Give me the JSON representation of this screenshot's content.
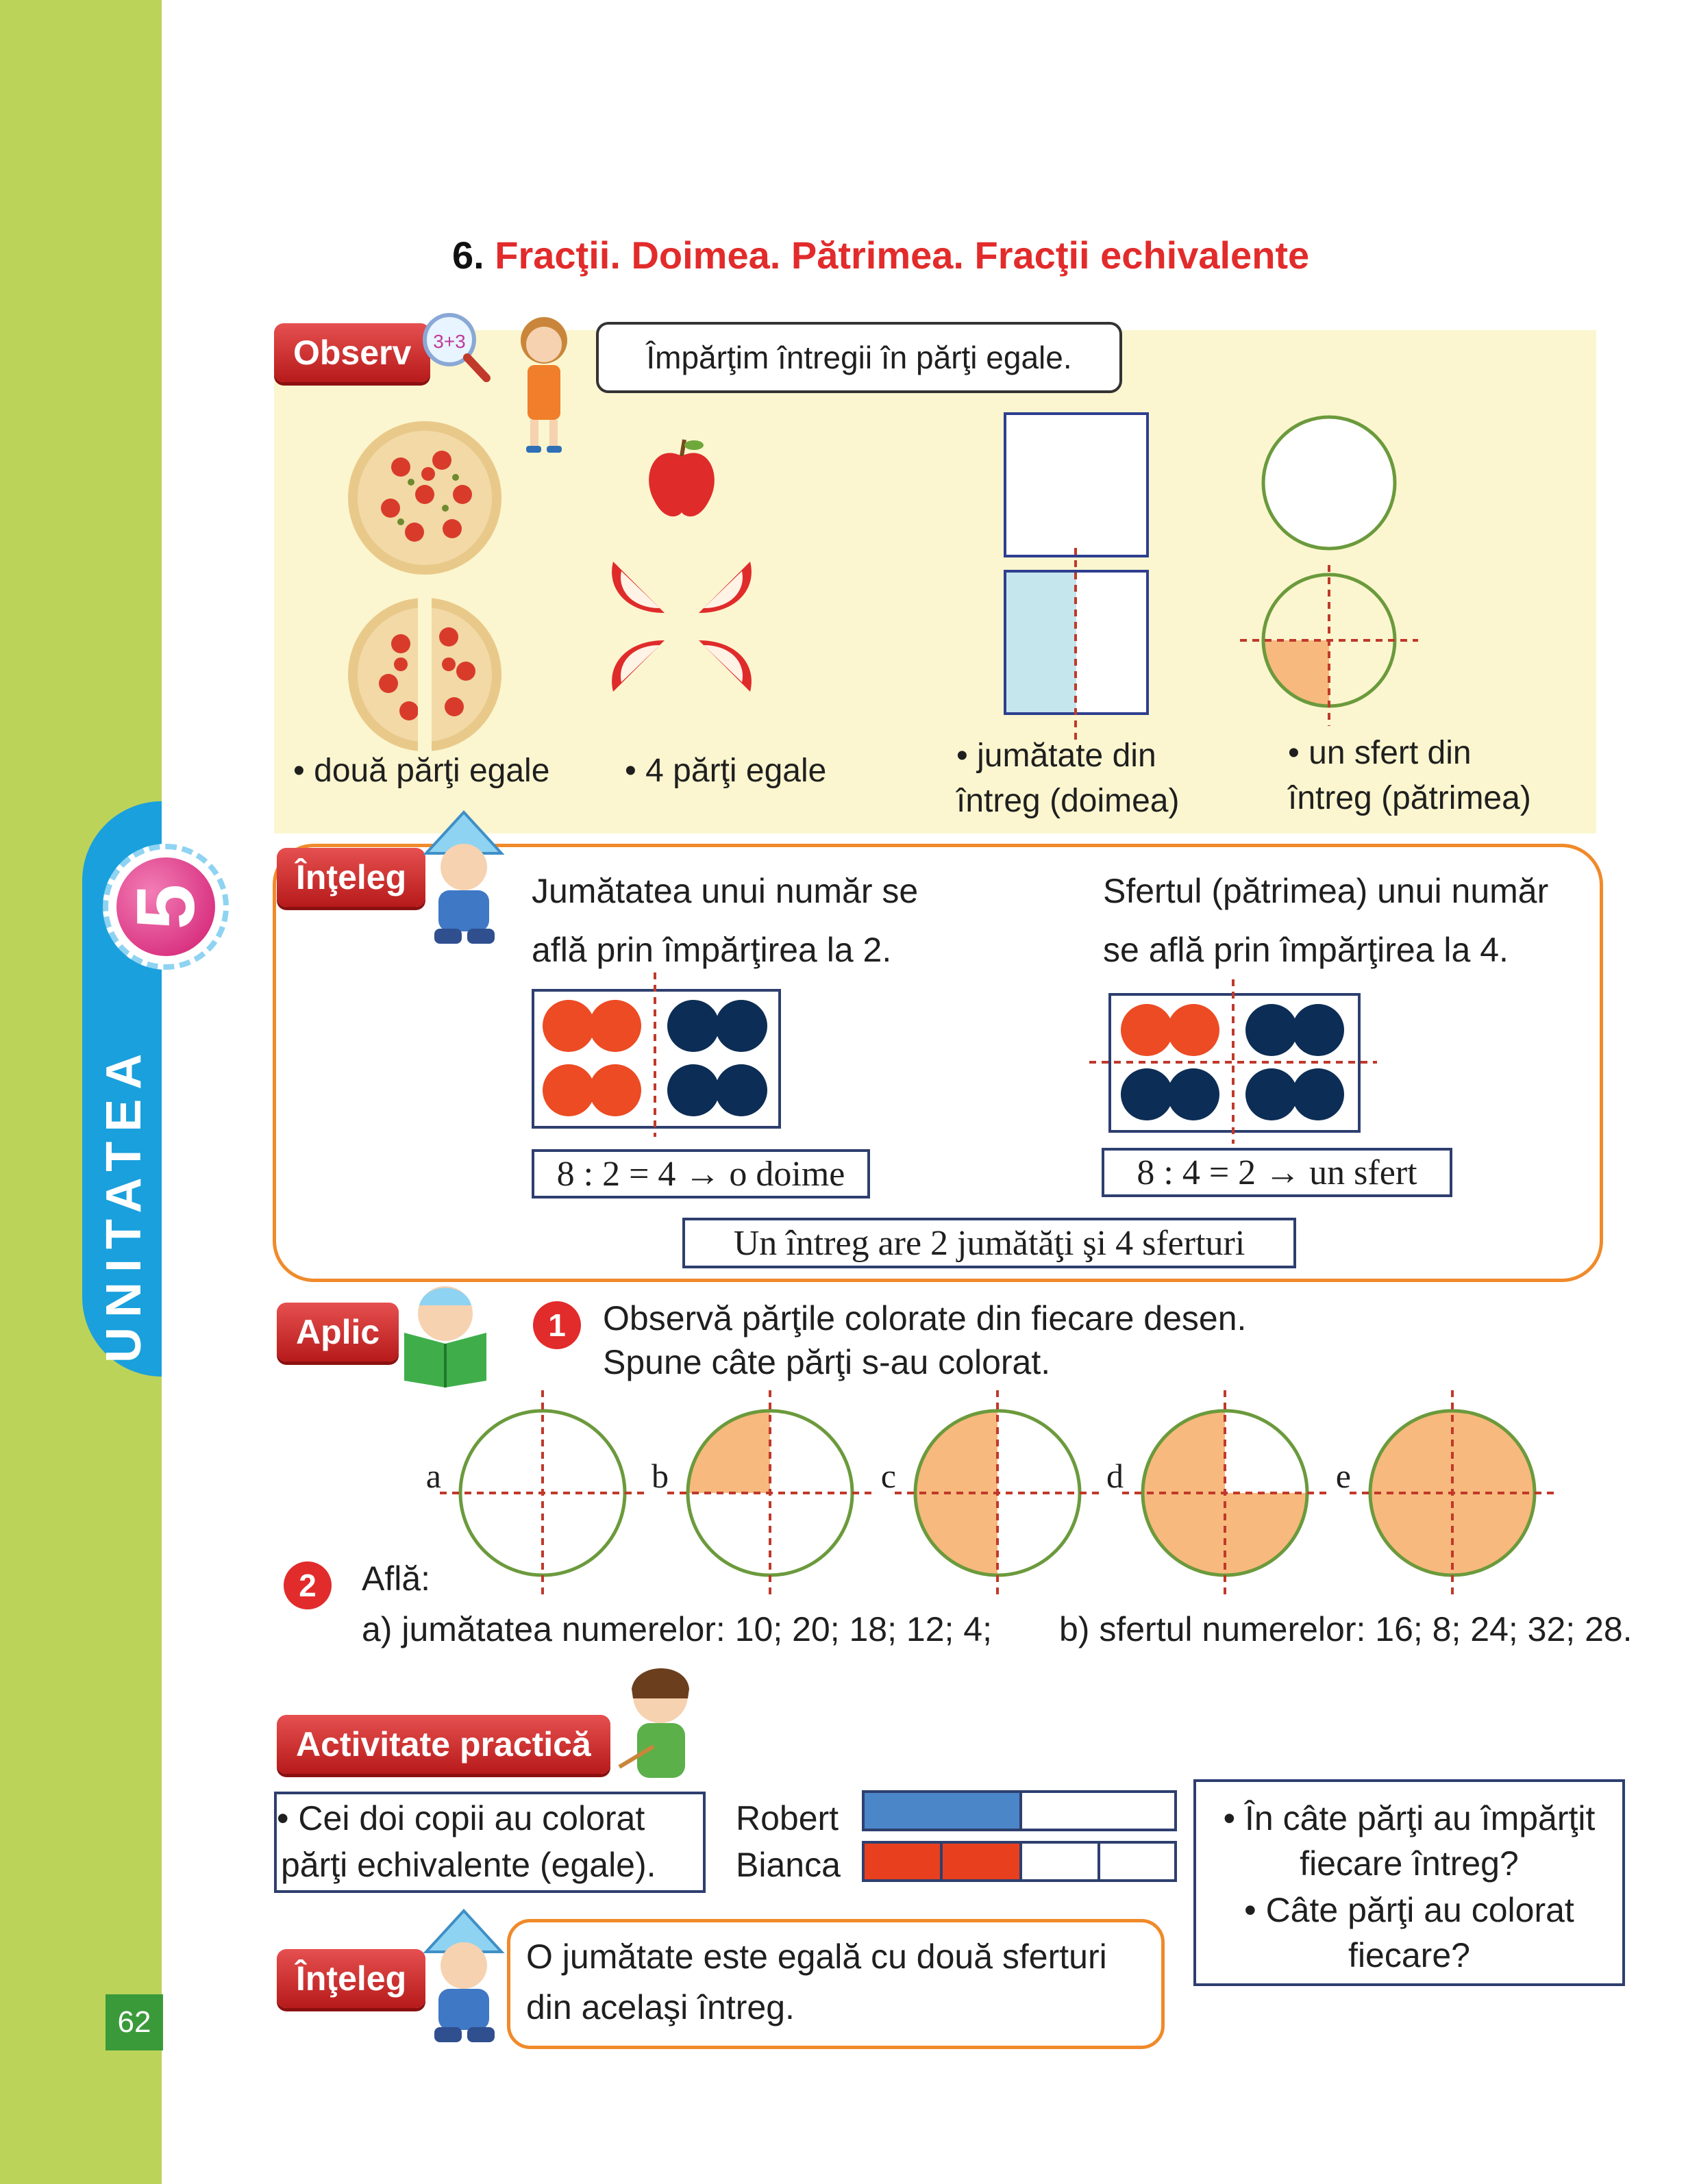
{
  "sidebar": {
    "unit_label": "UNITATEA",
    "unit_number": "5",
    "page_number": "62"
  },
  "title": {
    "number": "6.",
    "text": "Fracţii. Doimea. Pătrimea. Fracţii echivalente"
  },
  "observ": {
    "label": "Observ",
    "badge": "3+3",
    "speech": "Împărţim întregii în părţi egale.",
    "captions": [
      {
        "line1": "• două părţi egale",
        "line2": ""
      },
      {
        "line1": "• 4 părţi egale",
        "line2": ""
      },
      {
        "line1": "• jumătate din",
        "line2": "întreg (doimea)"
      },
      {
        "line1": "• un sfert din",
        "line2": "întreg (pătrimea)"
      }
    ]
  },
  "inteleg1": {
    "label": "Înţeleg",
    "left_line1": "Jumătatea unui număr se",
    "left_line2": "află prin împărţirea la 2.",
    "right_line1": "Sfertul (pătrimea) unui număr",
    "right_line2": "se află prin împărţirea la 4.",
    "eq_left": "8 : 2 = 4 → o doime",
    "eq_right": "8 : 4 = 2 → un sfert",
    "summary": "Un întreg are 2 jumătăţi şi 4 sferturi"
  },
  "aplic": {
    "label": "Aplic",
    "ex1_number": "1",
    "ex1_line1": "Observă părţile colorate din fiecare desen.",
    "ex1_line2": "Spune câte părţi s-au colorat.",
    "circles": [
      {
        "letter": "a",
        "quarters_filled": 0
      },
      {
        "letter": "b",
        "quarters_filled": 1
      },
      {
        "letter": "c",
        "quarters_filled": 2
      },
      {
        "letter": "d",
        "quarters_filled": 3
      },
      {
        "letter": "e",
        "quarters_filled": 4
      }
    ],
    "ex2_number": "2",
    "ex2_title": "Află:",
    "ex2_a": "a) jumătatea numerelor: 10; 20; 18; 12; 4;",
    "ex2_b": "b) sfertul numerelor: 16; 8; 24; 32; 28."
  },
  "activitate": {
    "label": "Activitate practică",
    "statement_line1": "• Cei doi copii au colorat",
    "statement_line2": "părţi echivalente (egale).",
    "robert": "Robert",
    "bianca": "Bianca",
    "questions_line1": "• În câte părţi au împărţit",
    "questions_line2": "fiecare întreg?",
    "questions_line3": "• Câte părţi au colorat",
    "questions_line4": "fiecare?"
  },
  "inteleg2": {
    "label": "Înţeleg",
    "line1": "O jumătate este egală cu două sferturi",
    "line2": "din acelaşi întreg."
  },
  "colors": {
    "red_accent": "#e22b2b",
    "sidebar_green": "#bcd35a",
    "unit_blue": "#1aa0dc",
    "orange_border": "#f08a2a",
    "fill_orange": "#f7b97d",
    "fill_lightblue": "#c4e6ec",
    "dot_red": "#ec4b23",
    "dot_navy": "#0c2d55",
    "robert_blue": "#4a86c8",
    "bianca_red": "#e8401f"
  }
}
